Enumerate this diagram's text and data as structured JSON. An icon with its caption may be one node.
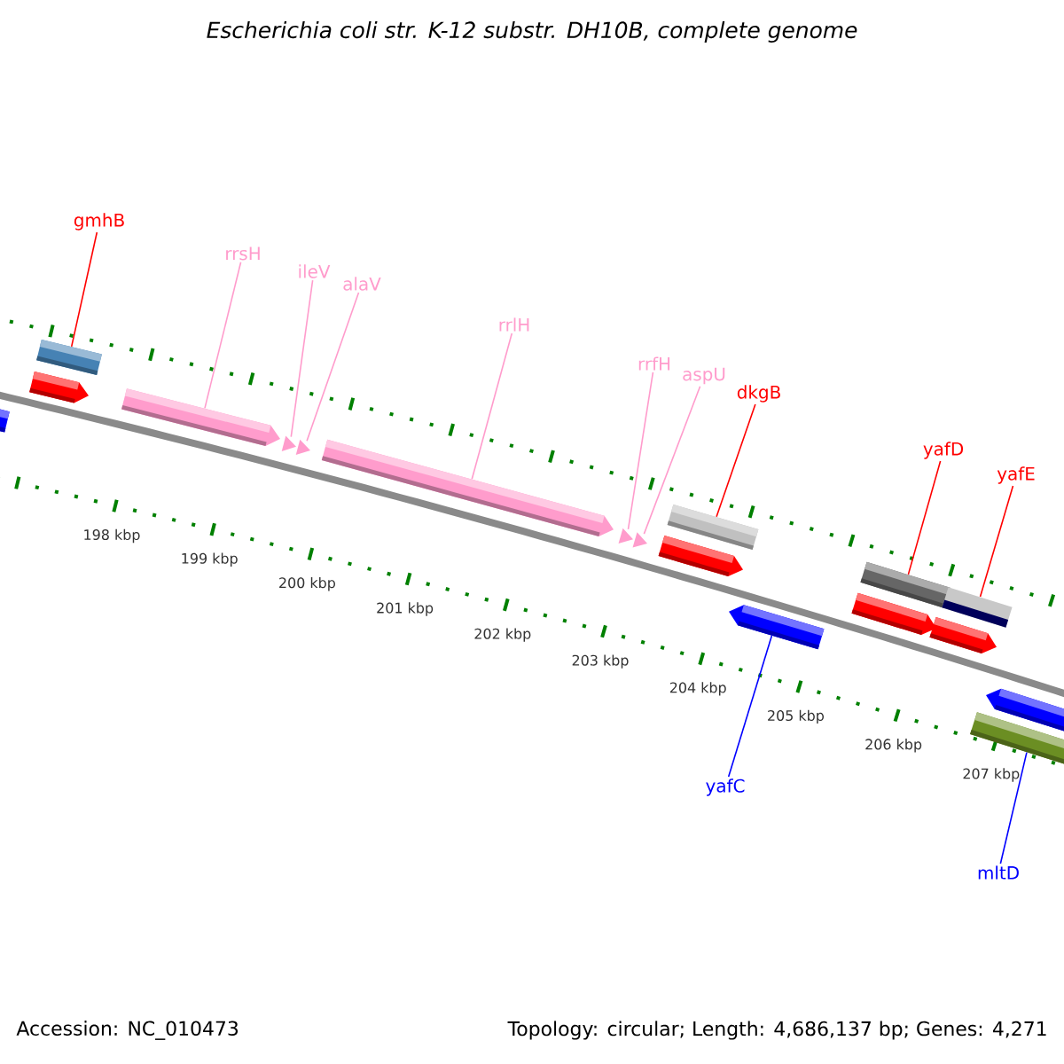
{
  "diagram": {
    "title": "Escherichia coli str. K-12 substr. DH10B, complete genome",
    "nodes": [
      {
        "text": [
          "gmhB"
        ]
      },
      {
        "text": [
          "rrsH"
        ]
      },
      {
        "text": [
          "ileV"
        ]
      },
      {
        "text": [
          "alaV"
        ]
      },
      {
        "text": [
          "rrlH"
        ]
      },
      {
        "text": [
          "rrfH"
        ]
      },
      {
        "text": [
          "aspU"
        ]
      },
      {
        "text": [
          "dkgB"
        ]
      },
      {
        "text": [
          "yafD"
        ]
      },
      {
        "text": [
          "yafE"
        ]
      },
      {
        "text": [
          "yafC"
        ]
      },
      {
        "text": [
          "mltD"
        ]
      },
      {
        "text": [],
        "shape": "bar"
      },
      {
        "text": [],
        "shape": "bar"
      },
      {
        "text": [],
        "shape": "bar"
      },
      {
        "text": [],
        "shape": "bar"
      },
      {
        "text": [],
        "shape": "bar"
      },
      {
        "text": [],
        "shape": "bar"
      },
      {
        "text": [],
        "shape": "bar"
      },
      {
        "text": [],
        "shape": "bar"
      },
      {
        "text": [],
        "shape": "bar"
      },
      {
        "text": [],
        "shape": "bar"
      },
      {
        "text": [],
        "shape": "bar"
      },
      {
        "text": [],
        "shape": "bar"
      },
      {
        "text": [],
        "shape": "bar"
      },
      {
        "text": [],
        "shape": "bar"
      },
      {
        "text": [],
        "shape": "bar"
      },
      {
        "text": [],
        "shape": "bar"
      },
      {
        "text": [],
        "shape": "bar"
      },
      {
        "text": [],
        "shape": "bar"
      }
    ],
    "edges": [
      {
        "from": 0,
        "to": 12,
        "arrow": "none",
        "color": "#ff0000"
      },
      {
        "from": 1,
        "to": 13,
        "arrow": "none"
      },
      {
        "from": 2,
        "to": 14,
        "arrow": "none"
      },
      {
        "from": 3,
        "to": 15,
        "arrow": "none"
      },
      {
        "from": 4,
        "to": 16,
        "arrow": "none"
      },
      {
        "from": 5,
        "to": 17,
        "arrow": "none"
      },
      {
        "from": 6,
        "to": 18,
        "arrow": "none"
      },
      {
        "from": 7,
        "to": 19,
        "arrow": "none",
        "color": "#ff0000"
      },
      {
        "from": 8,
        "to": 20,
        "arrow": "none",
        "color": "#ff0000"
      },
      {
        "from": 9,
        "to": 21,
        "arrow": "none",
        "color": "#ff0000"
      },
      {
        "from": 10,
        "to": 22,
        "arrow": "none",
        "color": "#0000ff"
      },
      {
        "from": 11,
        "to": 23,
        "arrow": "none",
        "color": "#0000ff"
      }
    ],
    "labels": [
      "198 kbp",
      "199 kbp",
      "200 kbp",
      "201 kbp",
      "202 kbp",
      "203 kbp",
      "204 kbp",
      "205 kbp",
      "206 kbp",
      "207 kbp",
      "Accession: NC_010473",
      "Topology: circular; Length: 4,686,137 bp; Genes: 4,271"
    ]
  }
}
